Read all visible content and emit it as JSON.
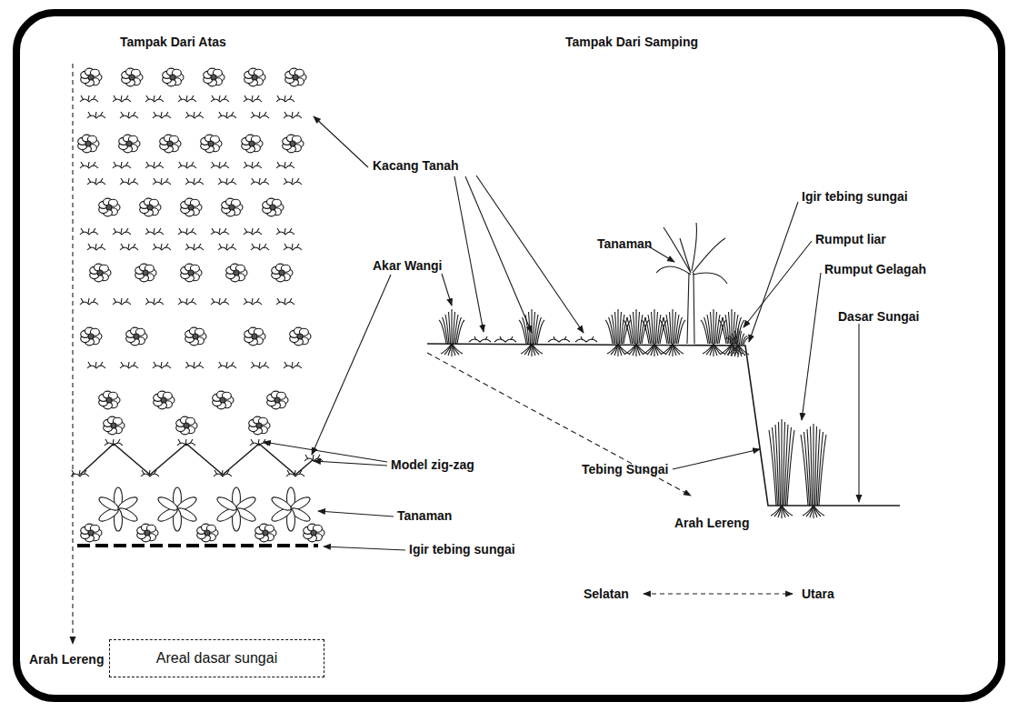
{
  "diagram": {
    "nodes": [
      {
        "text": [
          "Areal dasar sungai"
        ]
      }
    ],
    "labels": [
      "Tampak Dari Atas",
      "Kacang Tanah",
      "Akar Wangi",
      "Model zig-zag",
      "Tanaman",
      "Igir tebing sungai",
      "Arah Lereng",
      "Tampak Dari Samping",
      "Tanaman",
      "Igir tebing sungai",
      "Rumput liar",
      "Rumput Gelagah",
      "Dasar Sungai",
      "Tebing Sungai",
      "Arah Lereng",
      "Selatan",
      "Utara"
    ]
  }
}
